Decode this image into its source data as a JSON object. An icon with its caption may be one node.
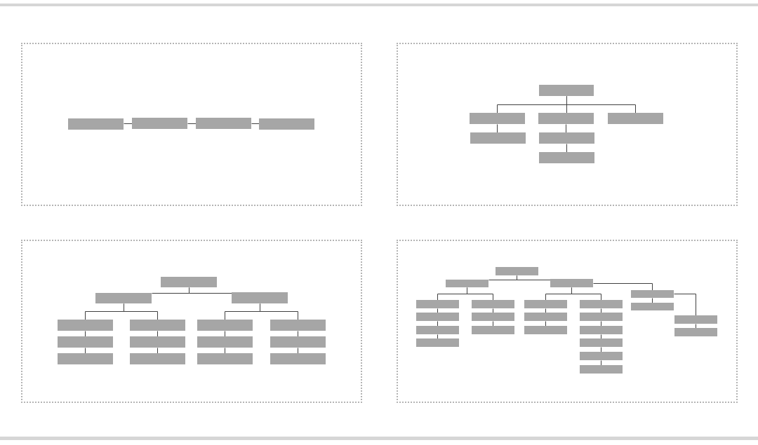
{
  "diagram": {
    "nodes": [
      {
        "text": [],
        "shape": "frame"
      },
      {
        "text": [],
        "shape": "box",
        "in": 0
      },
      {
        "text": [],
        "shape": "box",
        "in": 0
      },
      {
        "text": [],
        "shape": "box",
        "in": 0
      },
      {
        "text": [],
        "shape": "box",
        "in": 0
      },
      {
        "text": [],
        "shape": "frame"
      },
      {
        "text": [],
        "shape": "box",
        "in": 5
      },
      {
        "text": [],
        "shape": "box",
        "in": 5
      },
      {
        "text": [],
        "shape": "box",
        "in": 5
      },
      {
        "text": [],
        "shape": "box",
        "in": 5
      },
      {
        "text": [],
        "shape": "box",
        "in": 5
      },
      {
        "text": [],
        "shape": "box",
        "in": 5
      },
      {
        "text": [],
        "shape": "box",
        "in": 5
      },
      {
        "text": [],
        "shape": "frame"
      },
      {
        "text": [],
        "shape": "box",
        "in": 13
      },
      {
        "text": [],
        "shape": "box",
        "in": 13
      },
      {
        "text": [],
        "shape": "box",
        "in": 13
      },
      {
        "text": [],
        "shape": "box",
        "in": 13
      },
      {
        "text": [],
        "shape": "box",
        "in": 13
      },
      {
        "text": [],
        "shape": "box",
        "in": 13
      },
      {
        "text": [],
        "shape": "box",
        "in": 13
      },
      {
        "text": [],
        "shape": "box",
        "in": 13
      },
      {
        "text": [],
        "shape": "box",
        "in": 13
      },
      {
        "text": [],
        "shape": "box",
        "in": 13
      },
      {
        "text": [],
        "shape": "box",
        "in": 13
      },
      {
        "text": [],
        "shape": "box",
        "in": 13
      },
      {
        "text": [],
        "shape": "box",
        "in": 13
      },
      {
        "text": [],
        "shape": "box",
        "in": 13
      },
      {
        "text": [],
        "shape": "box",
        "in": 13
      },
      {
        "text": [],
        "shape": "frame"
      },
      {
        "text": [],
        "shape": "box",
        "in": 29
      },
      {
        "text": [],
        "shape": "box",
        "in": 29
      },
      {
        "text": [],
        "shape": "box",
        "in": 29
      },
      {
        "text": [],
        "shape": "box",
        "in": 29
      },
      {
        "text": [],
        "shape": "box",
        "in": 29
      },
      {
        "text": [],
        "shape": "box",
        "in": 29
      },
      {
        "text": [],
        "shape": "box",
        "in": 29
      },
      {
        "text": [],
        "shape": "box",
        "in": 29
      },
      {
        "text": [],
        "shape": "box",
        "in": 29
      },
      {
        "text": [],
        "shape": "box",
        "in": 29
      },
      {
        "text": [],
        "shape": "box",
        "in": 29
      },
      {
        "text": [],
        "shape": "box",
        "in": 29
      },
      {
        "text": [],
        "shape": "box",
        "in": 29
      },
      {
        "text": [],
        "shape": "box",
        "in": 29
      },
      {
        "text": [],
        "shape": "box",
        "in": 29
      },
      {
        "text": [],
        "shape": "box",
        "in": 29
      },
      {
        "text": [],
        "shape": "box",
        "in": 29
      },
      {
        "text": [],
        "shape": "box",
        "in": 29
      },
      {
        "text": [],
        "shape": "box",
        "in": 29
      },
      {
        "text": [],
        "shape": "box",
        "in": 29
      },
      {
        "text": [],
        "shape": "box",
        "in": 29
      },
      {
        "text": [],
        "shape": "box",
        "in": 29
      },
      {
        "text": [],
        "shape": "box",
        "in": 29
      }
    ],
    "edges": [
      {
        "from": 1,
        "to": 2,
        "arrow": "none"
      },
      {
        "from": 2,
        "to": 3,
        "arrow": "none"
      },
      {
        "from": 3,
        "to": 4,
        "arrow": "none"
      },
      {
        "from": 6,
        "to": 7,
        "arrow": "none"
      },
      {
        "from": 6,
        "to": 8,
        "arrow": "none"
      },
      {
        "from": 6,
        "to": 9,
        "arrow": "none"
      },
      {
        "from": 7,
        "to": 10,
        "arrow": "none"
      },
      {
        "from": 8,
        "to": 11,
        "arrow": "none"
      },
      {
        "from": 11,
        "to": 12,
        "arrow": "none"
      },
      {
        "from": 14,
        "to": 15,
        "arrow": "none"
      },
      {
        "from": 14,
        "to": 16,
        "arrow": "none"
      },
      {
        "from": 15,
        "to": 17,
        "arrow": "none"
      },
      {
        "from": 15,
        "to": 20,
        "arrow": "none"
      },
      {
        "from": 16,
        "to": 23,
        "arrow": "none"
      },
      {
        "from": 16,
        "to": 26,
        "arrow": "none"
      },
      {
        "from": 17,
        "to": 18,
        "arrow": "none"
      },
      {
        "from": 18,
        "to": 19,
        "arrow": "none"
      },
      {
        "from": 20,
        "to": 21,
        "arrow": "none"
      },
      {
        "from": 21,
        "to": 22,
        "arrow": "none"
      },
      {
        "from": 23,
        "to": 24,
        "arrow": "none"
      },
      {
        "from": 24,
        "to": 25,
        "arrow": "none"
      },
      {
        "from": 26,
        "to": 27,
        "arrow": "none"
      },
      {
        "from": 27,
        "to": 28,
        "arrow": "none"
      },
      {
        "from": 30,
        "to": 31,
        "arrow": "none"
      },
      {
        "from": 30,
        "to": 32,
        "arrow": "none"
      },
      {
        "from": 32,
        "to": 33,
        "arrow": "none"
      },
      {
        "from": 31,
        "to": 34,
        "arrow": "none"
      },
      {
        "from": 31,
        "to": 38,
        "arrow": "none"
      },
      {
        "from": 32,
        "to": 41,
        "arrow": "none"
      },
      {
        "from": 32,
        "to": 44,
        "arrow": "none"
      },
      {
        "from": 34,
        "to": 35,
        "arrow": "none"
      },
      {
        "from": 35,
        "to": 36,
        "arrow": "none"
      },
      {
        "from": 36,
        "to": 37,
        "arrow": "none"
      },
      {
        "from": 38,
        "to": 39,
        "arrow": "none"
      },
      {
        "from": 39,
        "to": 40,
        "arrow": "none"
      },
      {
        "from": 41,
        "to": 42,
        "arrow": "none"
      },
      {
        "from": 42,
        "to": 43,
        "arrow": "none"
      },
      {
        "from": 44,
        "to": 45,
        "arrow": "none"
      },
      {
        "from": 45,
        "to": 46,
        "arrow": "none"
      },
      {
        "from": 46,
        "to": 47,
        "arrow": "none"
      },
      {
        "from": 47,
        "to": 48,
        "arrow": "none"
      },
      {
        "from": 48,
        "to": 49,
        "arrow": "none"
      },
      {
        "from": 33,
        "to": 50,
        "arrow": "none"
      },
      {
        "from": 33,
        "to": 51,
        "arrow": "none"
      },
      {
        "from": 51,
        "to": 52,
        "arrow": "none"
      }
    ]
  }
}
